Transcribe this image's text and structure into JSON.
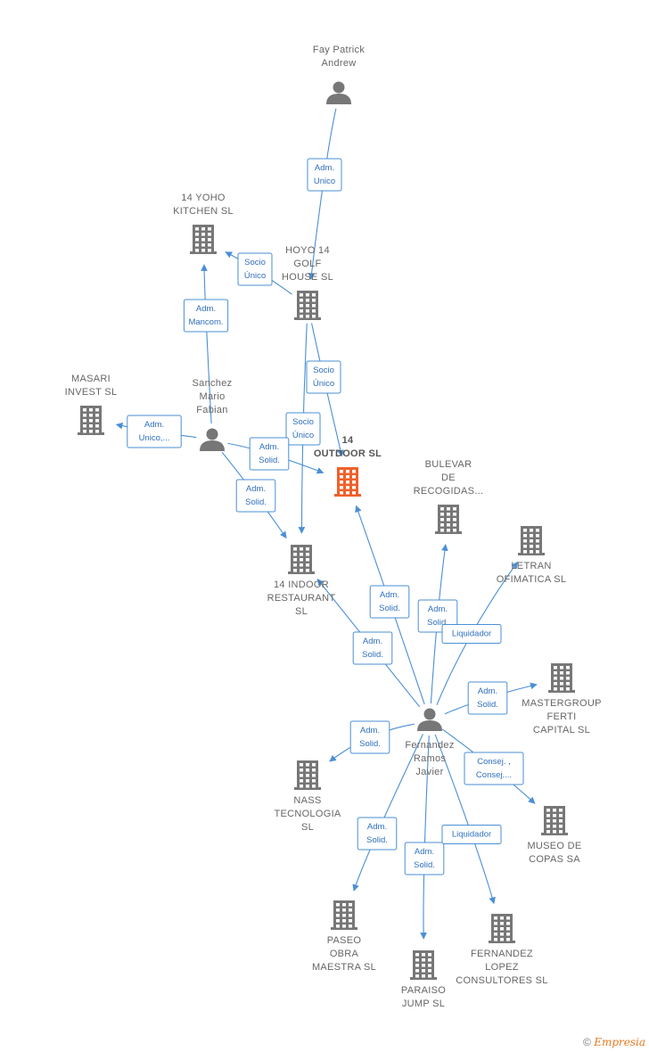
{
  "colors": {
    "edge": "#4a8fd6",
    "icon": "#777777",
    "main_icon": "#f0602a"
  },
  "nodes": [
    {
      "id": "fay",
      "kind": "person",
      "lines": [
        "Fay Patrick",
        "Andrew"
      ],
      "label_pos": "above"
    },
    {
      "id": "yoho",
      "kind": "company",
      "lines": [
        "14 YOHO",
        "KITCHEN  SL"
      ],
      "label_pos": "above"
    },
    {
      "id": "hoyo",
      "kind": "company",
      "lines": [
        "HOYO 14",
        "GOLF",
        "HOUSE  SL"
      ],
      "label_pos": "above"
    },
    {
      "id": "masari",
      "kind": "company",
      "lines": [
        "MASARI",
        "INVEST  SL"
      ],
      "label_pos": "above"
    },
    {
      "id": "sanchez",
      "kind": "person",
      "lines": [
        "Sanchez",
        "Mario",
        "Fabian"
      ],
      "label_pos": "above"
    },
    {
      "id": "outdoor",
      "kind": "company",
      "main": true,
      "lines": [
        "14",
        "OUTDOOR  SL"
      ],
      "label_pos": "above"
    },
    {
      "id": "bulevar",
      "kind": "company",
      "lines": [
        "BULEVAR",
        "DE",
        "RECOGIDAS..."
      ],
      "label_pos": "above"
    },
    {
      "id": "letran",
      "kind": "company",
      "lines": [
        "LETRAN",
        "OFIMATICA SL"
      ],
      "label_pos": "below"
    },
    {
      "id": "indoor",
      "kind": "company",
      "lines": [
        "14 INDOOR",
        "RESTAURANT",
        "SL"
      ],
      "label_pos": "below"
    },
    {
      "id": "mastergroup",
      "kind": "company",
      "lines": [
        "MASTERGROUP",
        "FERTI",
        "CAPITAL  SL"
      ],
      "label_pos": "below"
    },
    {
      "id": "fernandez",
      "kind": "person",
      "lines": [
        "Fernandez",
        "Ramos",
        "Javier"
      ],
      "label_pos": "below"
    },
    {
      "id": "nass",
      "kind": "company",
      "lines": [
        "NASS",
        "TECNOLOGIA",
        "SL"
      ],
      "label_pos": "below"
    },
    {
      "id": "museo",
      "kind": "company",
      "lines": [
        "MUSEO DE",
        "COPAS SA"
      ],
      "label_pos": "below"
    },
    {
      "id": "paseo",
      "kind": "company",
      "lines": [
        "PASEO",
        "OBRA",
        "MAESTRA  SL"
      ],
      "label_pos": "below"
    },
    {
      "id": "fernlopez",
      "kind": "company",
      "lines": [
        "FERNANDEZ",
        "LOPEZ",
        "CONSULTORES SL"
      ],
      "label_pos": "below"
    },
    {
      "id": "paraiso",
      "kind": "company",
      "lines": [
        "PARAISO",
        "JUMP  SL"
      ],
      "label_pos": "below"
    }
  ],
  "edges": [
    {
      "from": "fay",
      "to": "hoyo",
      "lines": [
        "Adm.",
        "Unico"
      ]
    },
    {
      "from": "hoyo",
      "to": "yoho",
      "lines": [
        "Socio",
        "Único"
      ]
    },
    {
      "from": "sanchez",
      "to": "yoho",
      "lines": [
        "Adm.",
        "Mancom."
      ]
    },
    {
      "from": "hoyo",
      "to": "outdoor",
      "lines": [
        "Socio",
        "Único"
      ]
    },
    {
      "from": "hoyo",
      "to": "indoor",
      "lines": [
        "Socio",
        "Único"
      ]
    },
    {
      "from": "sanchez",
      "to": "masari",
      "lines": [
        "Adm.",
        "Unico,..."
      ]
    },
    {
      "from": "sanchez",
      "to": "outdoor",
      "lines": [
        "Adm.",
        "Solid."
      ]
    },
    {
      "from": "sanchez",
      "to": "indoor",
      "lines": [
        "Adm.",
        "Solid."
      ]
    },
    {
      "from": "fernandez",
      "to": "outdoor",
      "lines": [
        "Adm.",
        "Solid."
      ]
    },
    {
      "from": "fernandez",
      "to": "bulevar",
      "lines": [
        "Adm.",
        "Solid."
      ]
    },
    {
      "from": "fernandez",
      "to": "letran",
      "lines": [
        "Liquidador"
      ]
    },
    {
      "from": "fernandez",
      "to": "indoor",
      "lines": [
        "Adm.",
        "Solid."
      ]
    },
    {
      "from": "fernandez",
      "to": "mastergroup",
      "lines": [
        "Adm.",
        "Solid."
      ]
    },
    {
      "from": "fernandez",
      "to": "nass",
      "lines": [
        "Adm.",
        "Solid."
      ]
    },
    {
      "from": "fernandez",
      "to": "museo",
      "lines": [
        "Consej. ,",
        "Consej...."
      ]
    },
    {
      "from": "fernandez",
      "to": "paseo",
      "lines": [
        "Adm.",
        "Solid."
      ]
    },
    {
      "from": "fernandez",
      "to": "paraiso",
      "lines": [
        "Adm.",
        "Solid."
      ]
    },
    {
      "from": "fernandez",
      "to": "fernlopez",
      "lines": [
        "Liquidador"
      ]
    }
  ],
  "footer": {
    "copyright": "©",
    "brand": "Empresia"
  }
}
